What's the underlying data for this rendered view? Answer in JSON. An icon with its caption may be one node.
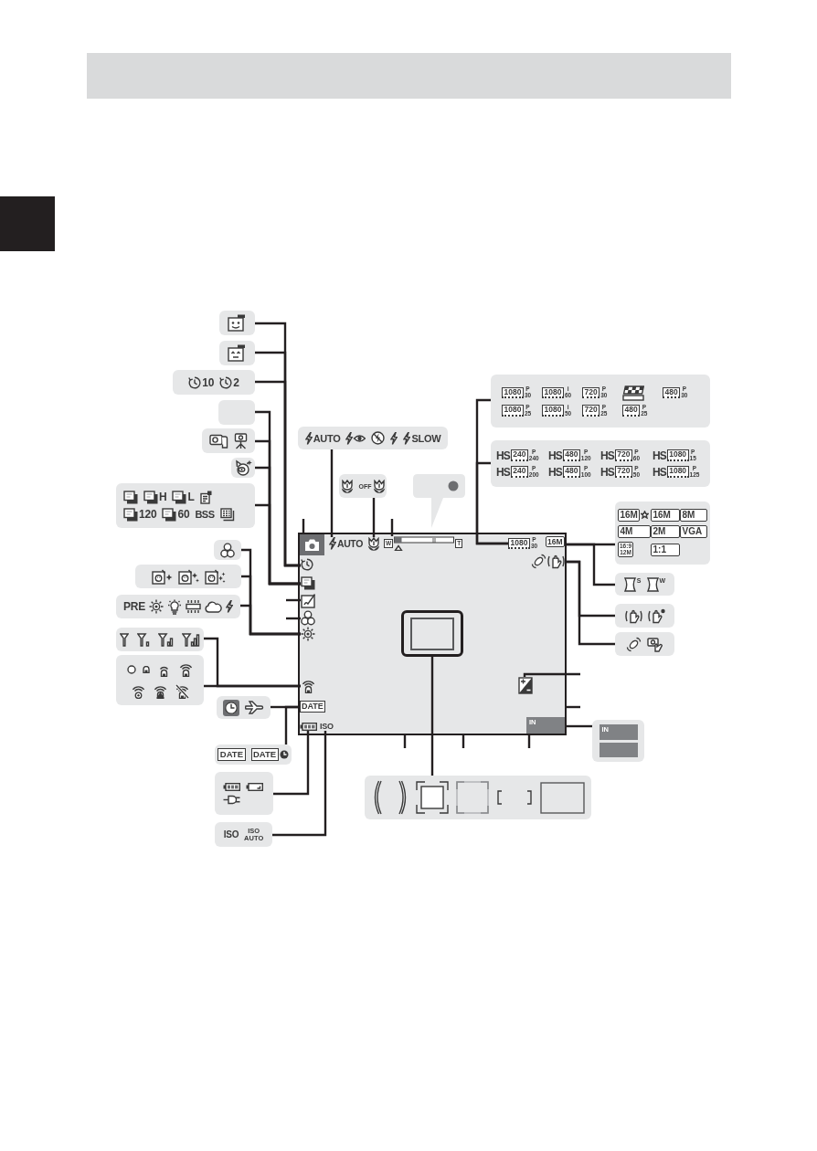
{
  "diagram": {
    "nodes": [
      {
        "text": [],
        "shape": "box"
      },
      {
        "text": [],
        "shape": "box"
      },
      {
        "text": [
          "10",
          "2"
        ]
      },
      {
        "text": [],
        "shape": "box"
      },
      {
        "text": [],
        "shape": "box"
      },
      {
        "text": [],
        "shape": "box"
      },
      {
        "text": [
          "H",
          "L",
          "120",
          "60",
          "BSS"
        ]
      },
      {
        "text": [],
        "shape": "box"
      },
      {
        "text": [],
        "shape": "box"
      },
      {
        "text": [
          "PRE"
        ]
      },
      {
        "text": [],
        "shape": "box"
      },
      {
        "text": [],
        "shape": "box"
      },
      {
        "text": [],
        "shape": "box"
      },
      {
        "text": [
          "DATE",
          "DATE"
        ]
      },
      {
        "text": [],
        "shape": "box"
      },
      {
        "text": [
          "ISO",
          "ISO AUTO"
        ]
      },
      {
        "text": [
          "AUTO",
          "SLOW"
        ]
      },
      {
        "text": [
          "OFF"
        ]
      },
      {
        "text": [],
        "shape": "bubble"
      },
      {
        "text": [
          "1080",
          "P 30",
          "1080",
          "i 60",
          "720",
          "P 30",
          "480",
          "P 30",
          "1080",
          "P 25",
          "1080",
          "i 50",
          "720",
          "P 25",
          "480",
          "P 25"
        ]
      },
      {
        "text": [
          "HS",
          "240",
          "P 240",
          "HS",
          "480",
          "P 120",
          "HS",
          "720",
          "P 60",
          "HS",
          "1080",
          "P 15",
          "HS",
          "240",
          "P 200",
          "HS",
          "480",
          "P 100",
          "HS",
          "720",
          "P 50",
          "HS",
          "1080",
          "P 125"
        ]
      },
      {
        "text": [
          "16M",
          "16M",
          "8M",
          "4M",
          "2M",
          "VGA",
          "16:9 12M",
          "1:1"
        ]
      },
      {
        "text": [
          "S",
          "W"
        ]
      },
      {
        "text": [],
        "shape": "box"
      },
      {
        "text": [],
        "shape": "box"
      },
      {
        "text": [
          "IN"
        ]
      },
      {
        "text": [],
        "shape": "box"
      },
      {
        "text": [],
        "shape": "box"
      },
      {
        "text": [],
        "shape": "picture",
        "in": 27
      },
      {
        "text": [
          "AUTO"
        ],
        "in": 27
      },
      {
        "text": [],
        "shape": "picture",
        "in": 27
      },
      {
        "text": [
          "W",
          "T"
        ],
        "in": 27
      },
      {
        "text": [
          "1080",
          "P 30"
        ],
        "in": 27
      },
      {
        "text": [
          "16M"
        ],
        "in": 27
      },
      {
        "text": [],
        "shape": "picture",
        "in": 27
      },
      {
        "text": [],
        "shape": "picture",
        "in": 27
      },
      {
        "text": [],
        "shape": "picture",
        "in": 27
      },
      {
        "text": [],
        "shape": "picture",
        "in": 27
      },
      {
        "text": [],
        "shape": "picture",
        "in": 27
      },
      {
        "text": [],
        "shape": "picture",
        "in": 27
      },
      {
        "text": [],
        "shape": "picture",
        "in": 27
      },
      {
        "text": [
          "DATE"
        ],
        "in": 27
      },
      {
        "text": [],
        "shape": "picture",
        "in": 27
      },
      {
        "text": [
          "ISO"
        ],
        "in": 27
      },
      {
        "text": [],
        "shape": "box",
        "in": 27
      },
      {
        "text": [],
        "shape": "picture",
        "in": 27
      },
      {
        "text": [
          "IN"
        ],
        "in": 27
      }
    ],
    "edges": [
      {
        "from": 0,
        "to": 35,
        "arrow": "none"
      },
      {
        "from": 1,
        "to": 35,
        "arrow": "none"
      },
      {
        "from": 2,
        "to": 35,
        "arrow": "none"
      },
      {
        "from": 3,
        "to": 36,
        "arrow": "none"
      },
      {
        "from": 4,
        "to": 36,
        "arrow": "none"
      },
      {
        "from": 5,
        "to": 36,
        "arrow": "none"
      },
      {
        "from": 6,
        "to": 36,
        "arrow": "none"
      },
      {
        "from": 7,
        "to": 39,
        "arrow": "none"
      },
      {
        "from": 8,
        "to": 39,
        "arrow": "none"
      },
      {
        "from": 9,
        "to": 39,
        "arrow": "none"
      },
      {
        "from": null,
        "to": 37,
        "arrow": "none"
      },
      {
        "from": null,
        "to": 38,
        "arrow": "none"
      },
      {
        "from": 10,
        "to": 40,
        "arrow": "none"
      },
      {
        "from": 11,
        "to": 40,
        "arrow": "none"
      },
      {
        "from": 12,
        "to": 41,
        "arrow": "none"
      },
      {
        "from": 13,
        "to": 41,
        "arrow": "none"
      },
      {
        "from": 14,
        "to": 42,
        "arrow": "none"
      },
      {
        "from": 15,
        "to": 43,
        "arrow": "none"
      },
      {
        "from": 16,
        "to": 29,
        "arrow": "none"
      },
      {
        "from": 17,
        "to": 30,
        "arrow": "none"
      },
      {
        "from": null,
        "to": 28,
        "arrow": "none"
      },
      {
        "from": null,
        "to": 31,
        "arrow": "none"
      },
      {
        "from": 19,
        "to": 32,
        "arrow": "none"
      },
      {
        "from": 20,
        "to": 32,
        "arrow": "none"
      },
      {
        "from": 21,
        "to": 33,
        "arrow": "none"
      },
      {
        "from": 22,
        "to": 33,
        "arrow": "none"
      },
      {
        "from": 23,
        "to": 34,
        "arrow": "none"
      },
      {
        "from": 24,
        "to": 34,
        "arrow": "none"
      },
      {
        "from": 45,
        "to": null,
        "arrow": "none"
      },
      {
        "from": null,
        "to": 27,
        "arrow": "none"
      },
      {
        "from": 25,
        "to": 46,
        "arrow": "none"
      },
      {
        "from": 26,
        "to": 44,
        "arrow": "none"
      },
      {
        "from": null,
        "to": 27,
        "arrow": "none"
      },
      {
        "from": null,
        "to": 27,
        "arrow": "none"
      },
      {
        "from": null,
        "to": 46,
        "arrow": "none"
      }
    ]
  }
}
